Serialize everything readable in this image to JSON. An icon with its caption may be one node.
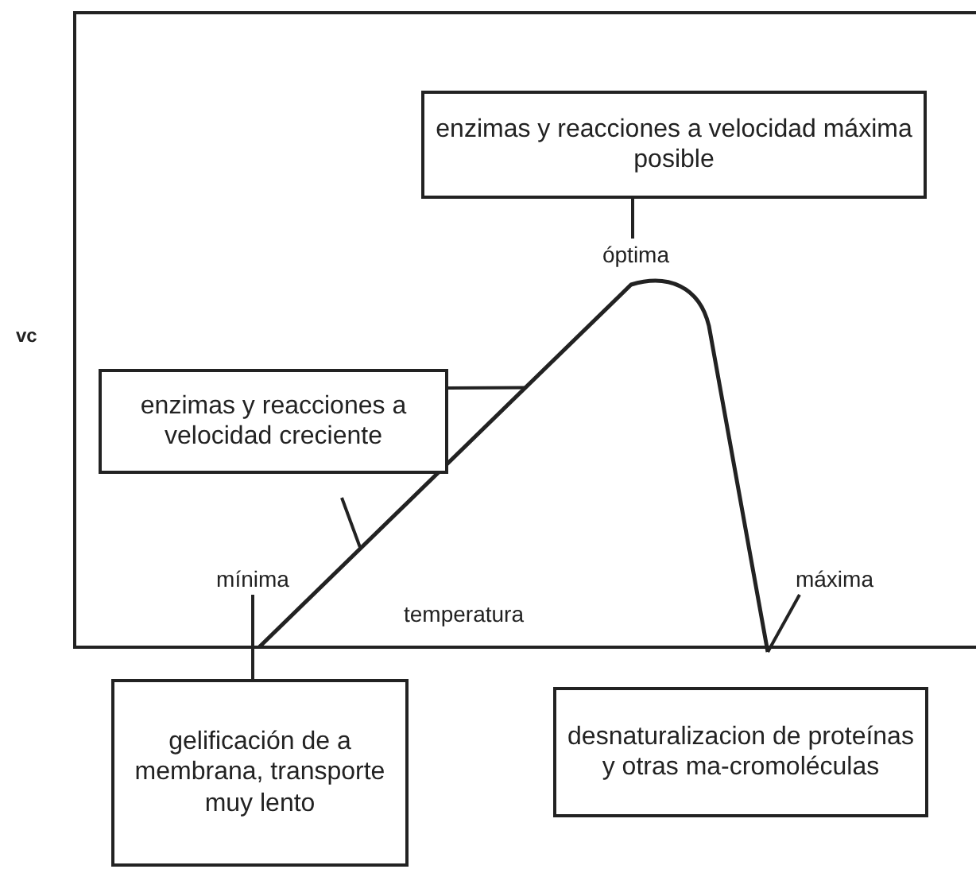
{
  "diagram": {
    "nodes": [
      {
        "text": [
          "enzimas y reacciones a velocidad máxima posible"
        ]
      },
      {
        "text": [
          "óptima"
        ]
      },
      {
        "text": [
          "enzimas y reacciones a velocidad creciente"
        ]
      },
      {
        "text": [
          "mínima"
        ]
      },
      {
        "text": [
          "gelificación de a membrana, transporte muy lento"
        ]
      },
      {
        "text": [
          "máxima"
        ]
      },
      {
        "text": [
          "desnaturalizacion de proteínas y otras ma-cromoléculas"
        ]
      },
      {
        "text": [],
        "shape": "line"
      }
    ],
    "edges": [
      {
        "from": 0,
        "to": 1,
        "arrow": "none"
      },
      {
        "from": 2,
        "to": 7,
        "arrow": "none"
      },
      {
        "from": null,
        "to": 7,
        "arrow": "none"
      },
      {
        "from": 3,
        "to": 4,
        "arrow": "none"
      },
      {
        "from": 5,
        "to": 7,
        "arrow": "none"
      }
    ],
    "labels": [
      "vc",
      "temperatura"
    ]
  }
}
